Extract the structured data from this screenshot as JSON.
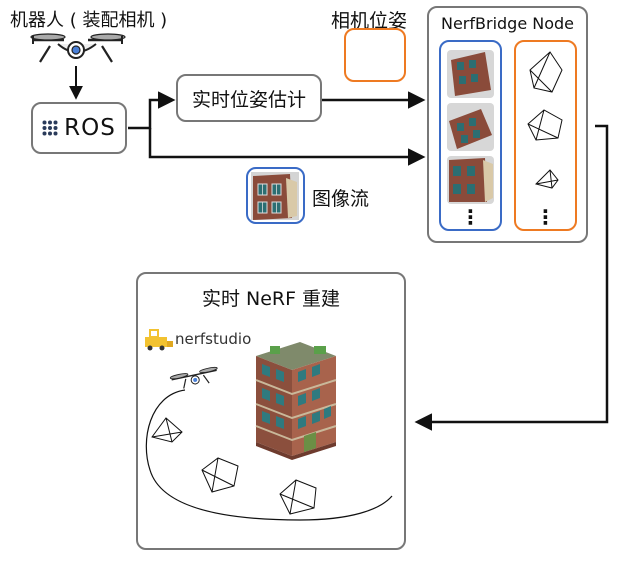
{
  "labels": {
    "robot": "机器人 ( 装配相机 )",
    "ros": "ROS",
    "pose_estimation": "实时位姿估计",
    "camera_pose": "相机位姿",
    "image_stream": "图像流",
    "nerfbridge_node": "NerfBridge Node",
    "realtime_nerf": "实时 NeRF 重建",
    "nerfstudio": "nerfstudio",
    "more": "⋮"
  },
  "icons": [
    "drone-icon",
    "ros-grid-icon",
    "camera-frustum-icon",
    "building-thumbnail",
    "nerfstudio-logo-icon",
    "building-3d-render"
  ],
  "colors": {
    "grey_border": "#777777",
    "blue_border": "#3a6bc6",
    "orange_border": "#ee7a22",
    "arrow": "#111111"
  }
}
